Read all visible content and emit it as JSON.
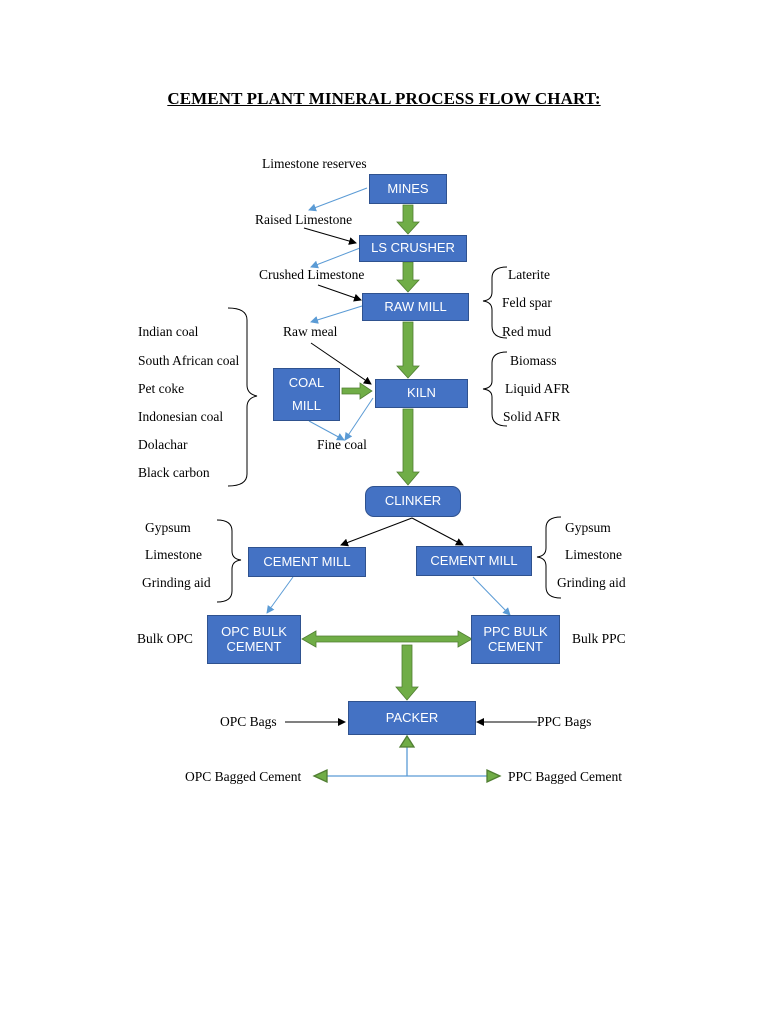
{
  "title": "CEMENT PLANT MINERAL PROCESS FLOW CHART:",
  "colors": {
    "box_fill": "#4472c4",
    "box_border": "#2f528f",
    "main_arrow": "#70ad47",
    "feed_arrow": "#5b9bd5",
    "thin_arrow": "#000000"
  },
  "nodes": {
    "mines": "MINES",
    "ls_crusher": "LS CRUSHER",
    "raw_mill": "RAW MILL",
    "coal_mill_line1": "COAL",
    "coal_mill_line2": "MILL",
    "kiln": "KILN",
    "clinker": "CLINKER",
    "cement_mill_left": "CEMENT MILL",
    "cement_mill_right": "CEMENT MILL",
    "opc_bulk_line1": "OPC BULK",
    "opc_bulk_line2": "CEMENT",
    "ppc_bulk_line1": "PPC BULK",
    "ppc_bulk_line2": "CEMENT",
    "packer": "PACKER"
  },
  "labels": {
    "limestone_reserves": "Limestone reserves",
    "raised_limestone": "Raised Limestone",
    "crushed_limestone": "Crushed Limestone",
    "raw_meal": "Raw meal",
    "fine_coal": "Fine coal",
    "bulk_opc": "Bulk OPC",
    "bulk_ppc": "Bulk PPC",
    "opc_bags": "OPC Bags",
    "ppc_bags": "PPC Bags",
    "opc_bagged_cement": "OPC Bagged Cement",
    "ppc_bagged_cement": "PPC Bagged Cement"
  },
  "raw_mill_additives": [
    "Laterite",
    "Feld spar",
    "Red mud"
  ],
  "kiln_fuels": [
    "Biomass",
    "Liquid AFR",
    "Solid AFR"
  ],
  "coal_types": [
    "Indian coal",
    "South African coal",
    "Pet coke",
    "Indonesian coal",
    "Dolachar",
    "Black carbon"
  ],
  "left_mill_inputs": [
    "Gypsum",
    "Limestone",
    "Grinding aid"
  ],
  "right_mill_inputs": [
    "Gypsum",
    "Limestone",
    "Grinding aid"
  ]
}
